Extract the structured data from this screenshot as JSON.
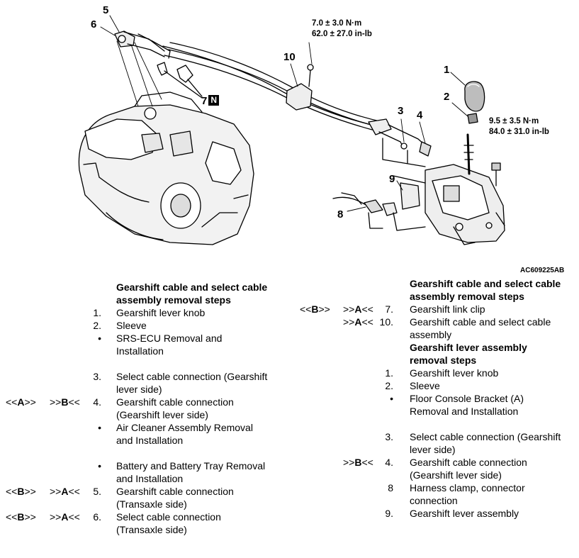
{
  "diagram": {
    "part_labels": [
      "5",
      "6",
      "10",
      "1",
      "2",
      "3",
      "4",
      "9",
      "8",
      "7"
    ],
    "n_marker": "N",
    "torque_top": [
      "7.0 ± 3.0 N·m",
      "62.0 ± 27.0 in-lb"
    ],
    "torque_right": [
      "9.5 ± 3.5 N·m",
      "84.0 ± 31.0 in-lb"
    ],
    "figure_id": "AC609225AB"
  },
  "left_section": {
    "title_line1": "Gearshift cable and select cable",
    "title_line2": "assembly removal steps",
    "items": [
      {
        "num": "1.",
        "lines": [
          "Gearshift lever knob",
          ""
        ],
        "refA": "",
        "refB": ""
      },
      {
        "num": "2.",
        "lines": [
          "Sleeve",
          ""
        ],
        "refA": "",
        "refB": ""
      },
      {
        "num": "•",
        "lines": [
          "SRS-ECU Removal and",
          "Installation"
        ],
        "refA": "",
        "refB": ""
      },
      {
        "num": "3.",
        "lines": [
          "Select cable connection (Gearshift",
          "lever side)"
        ],
        "refA": "",
        "refB": ""
      },
      {
        "num": "4.",
        "lines": [
          "Gearshift cable connection",
          "(Gearshift lever side)"
        ],
        "refA": "<<A>>",
        "refB": ">>B<<"
      },
      {
        "num": "•",
        "lines": [
          "Air Cleaner Assembly Removal",
          "and Installation"
        ],
        "refA": "",
        "refB": ""
      },
      {
        "num": "•",
        "lines": [
          "Battery and Battery Tray Removal",
          "and Installation"
        ],
        "refA": "",
        "refB": ""
      },
      {
        "num": "5.",
        "lines": [
          "Gearshift cable connection",
          "(Transaxle side)"
        ],
        "refA": "<<B>>",
        "refB": ">>A<<"
      },
      {
        "num": "6.",
        "lines": [
          "Select cable connection",
          "(Transaxle side)"
        ],
        "refA": "<<B>>",
        "refB": ">>A<<"
      }
    ]
  },
  "right_section": {
    "title_line1": "Gearshift cable and select cable",
    "title_line2": "assembly removal steps",
    "items": [
      {
        "num": "7.",
        "lines": [
          "Gearshift link clip",
          ""
        ],
        "refA": "<<B>>",
        "refB": ">>A<<"
      },
      {
        "num": "10.",
        "lines": [
          "Gearshift cable and select cable",
          "assembly"
        ],
        "refA": "",
        "refB": ">>A<<"
      }
    ],
    "title2_line1": "Gearshift lever assembly",
    "title2_line2": "removal steps",
    "items2": [
      {
        "num": "1.",
        "lines": [
          "Gearshift lever knob",
          ""
        ],
        "refA": "",
        "refB": ""
      },
      {
        "num": "2.",
        "lines": [
          "Sleeve",
          ""
        ],
        "refA": "",
        "refB": ""
      },
      {
        "num": "•",
        "lines": [
          "Floor Console Bracket (A)",
          "Removal and Installation"
        ],
        "refA": "",
        "refB": ""
      },
      {
        "num": "3.",
        "lines": [
          "Select cable connection (Gearshift",
          "lever side)"
        ],
        "refA": "",
        "refB": ""
      },
      {
        "num": "4.",
        "lines": [
          "Gearshift cable connection",
          "(Gearshift lever side)"
        ],
        "refA": "",
        "refB": ">>B<<"
      },
      {
        "num": "8",
        "lines": [
          "Harness clamp, connector",
          "connection"
        ],
        "refA": "",
        "refB": ""
      },
      {
        "num": "9.",
        "lines": [
          "Gearshift lever assembly",
          ""
        ],
        "refA": "",
        "refB": ""
      }
    ]
  }
}
